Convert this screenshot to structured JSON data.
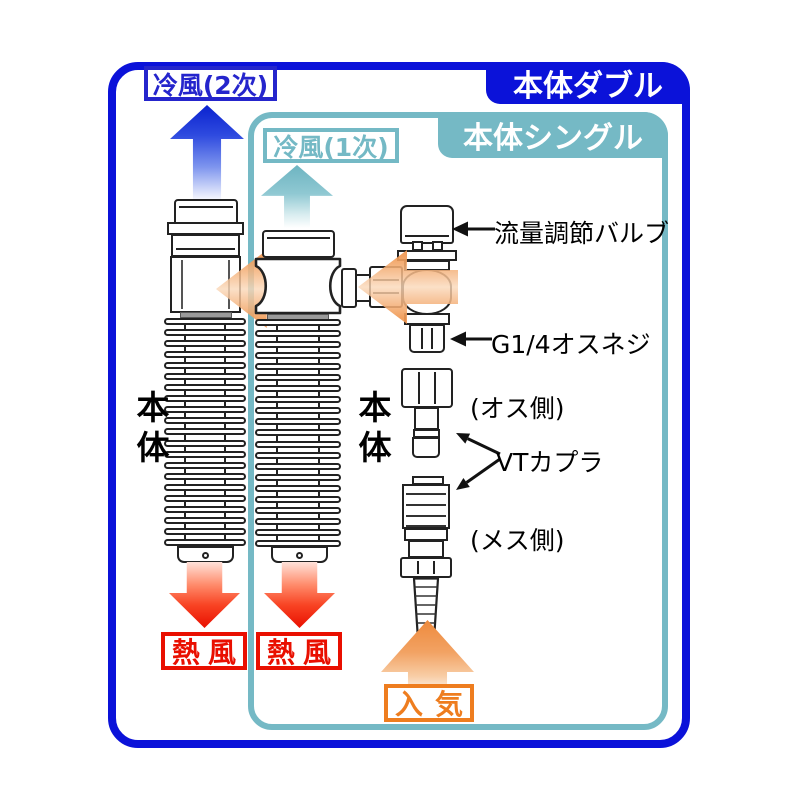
{
  "title_boxes": {
    "double": "本体ダブル",
    "single": "本体シングル"
  },
  "flow_labels": {
    "cold_secondary": "冷風(2次)",
    "cold_primary": "冷風(1次)",
    "hot_left": "熱風",
    "hot_middle": "熱風",
    "intake": "入気"
  },
  "part_labels": {
    "body_left": "本体",
    "body_middle": "本体",
    "flow_valve": "流量調節バルブ",
    "g14_male_thread": "G1/4オスネジ",
    "male_side": "(オス側)",
    "vt_coupler": "VTカプラ",
    "female_side": "(メス側)"
  },
  "colors": {
    "outer_box_blue": "#0b12d9",
    "inner_box_teal": "#75b9c5",
    "cold_label_blue": "#2525cc",
    "hot_red": "#e90f00",
    "intake_orange": "#ee7d1f",
    "flow_arrow_orange": "#f2a266"
  }
}
